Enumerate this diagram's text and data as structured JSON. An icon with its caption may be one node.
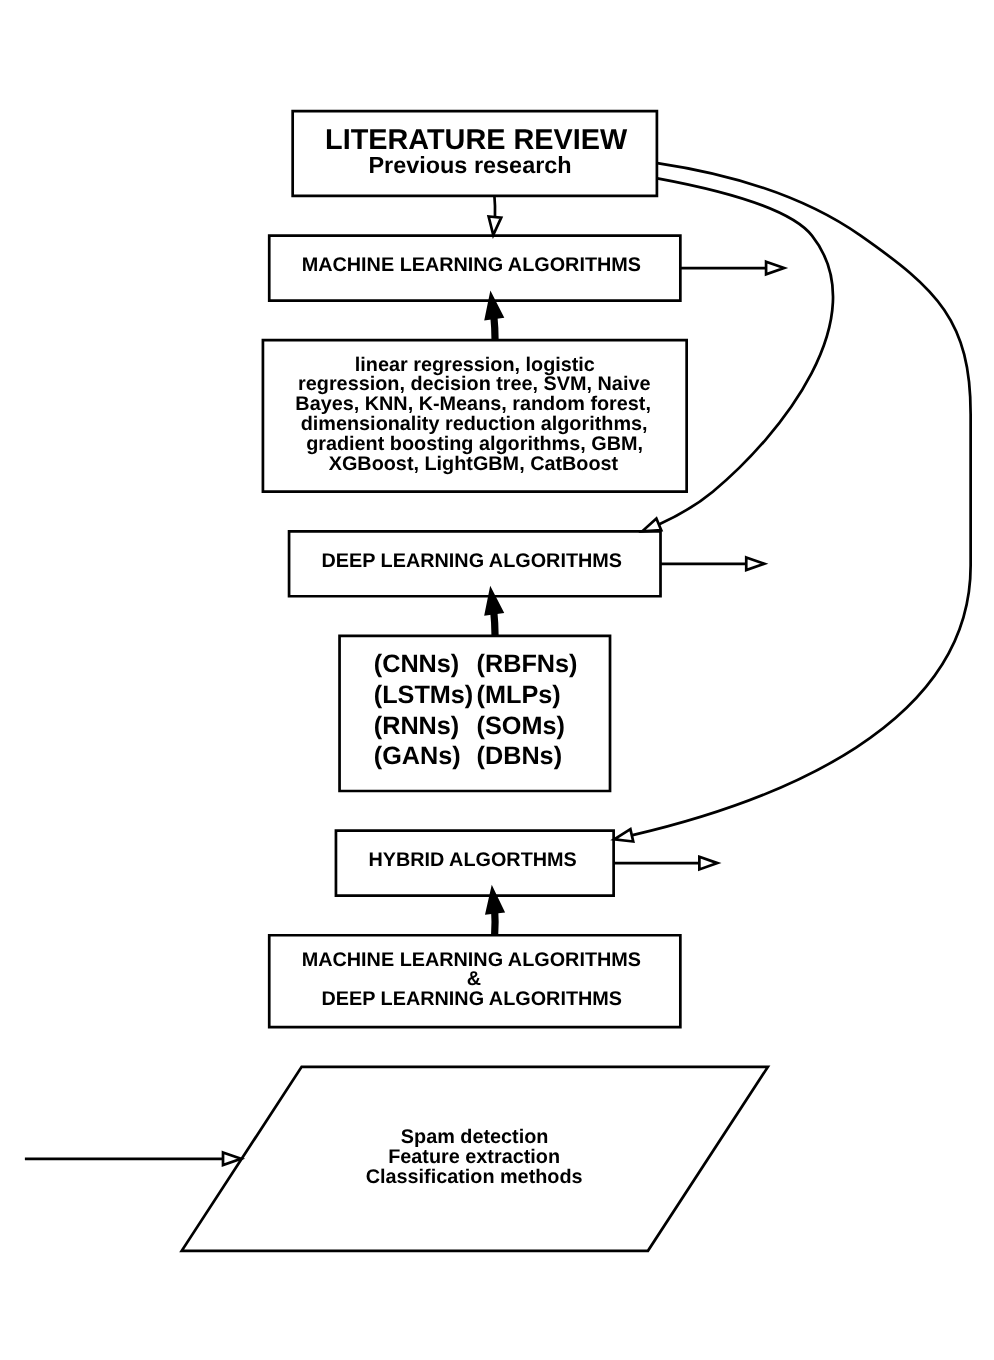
{
  "diagram": {
    "nodes": [
      {
        "text": [
          "LITERATURE REVIEW",
          "Previous research"
        ]
      },
      {
        "text": [
          "MACHINE LEARNING ALGORITHMS"
        ]
      },
      {
        "text": [
          "linear regression, logistic regression, decision tree, SVM, Naive Bayes, KNN, K-Means, random forest, dimensionality reduction algorithms, gradient boosting algorithms, GBM, XGBoost, LightGBM, CatBoost"
        ]
      },
      {
        "text": [
          "DEEP LEARNING ALGORITHMS"
        ]
      },
      {
        "text": [
          "(CNNs)",
          "(RBFNs)",
          "(LSTMs)",
          "(MLPs)",
          "(RNNs)",
          "(SOMs)",
          "(GANs)",
          "(DBNs)"
        ]
      },
      {
        "text": [
          "HYBRID ALGORTHMS"
        ]
      },
      {
        "text": [
          "MACHINE LEARNING ALGORITHMS",
          "&",
          "DEEP LEARNING ALGORITHMS"
        ]
      },
      {
        "text": [
          "Spam detection",
          "Feature extraction",
          "Classification methods"
        ]
      }
    ],
    "edges": [
      {
        "from": 0,
        "to": 1,
        "arrow": "to"
      },
      {
        "from": 0,
        "to": 3,
        "arrow": "to"
      },
      {
        "from": 0,
        "to": 5,
        "arrow": "to"
      },
      {
        "from": 2,
        "to": 1,
        "arrow": "to",
        "style": "thick"
      },
      {
        "from": 4,
        "to": 3,
        "arrow": "to",
        "style": "thick"
      },
      {
        "from": 6,
        "to": 5,
        "arrow": "to",
        "style": "thick"
      },
      {
        "from": 1,
        "to": null,
        "arrow": "to"
      },
      {
        "from": 3,
        "to": null,
        "arrow": "to"
      },
      {
        "from": 5,
        "to": null,
        "arrow": "to"
      },
      {
        "from": null,
        "to": 7,
        "arrow": "to"
      }
    ]
  }
}
